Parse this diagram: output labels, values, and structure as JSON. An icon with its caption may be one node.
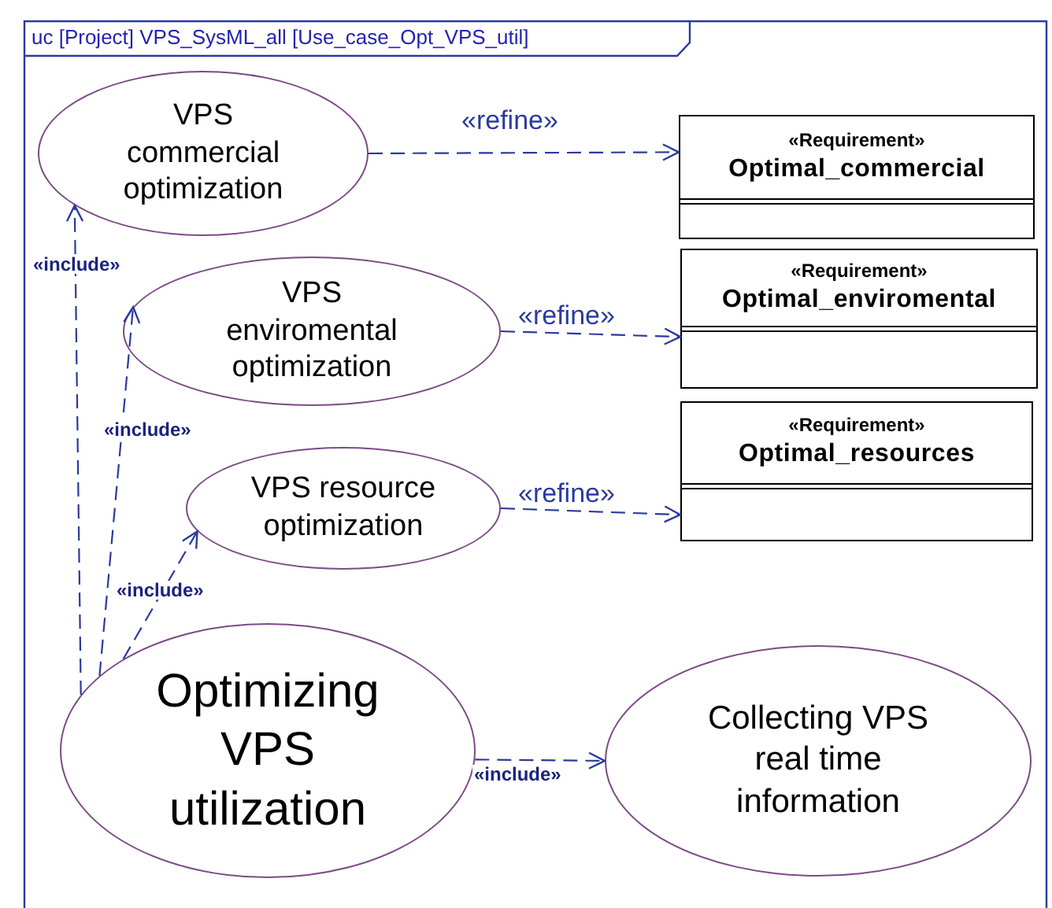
{
  "diagram": {
    "title": "uc [Project] VPS_SysML_all [Use_case_Opt_VPS_util]",
    "nodes": [
      {
        "text": [
          "VPS commercial optimization"
        ]
      },
      {
        "text": [
          "VPS enviromental optimization"
        ]
      },
      {
        "text": [
          "VPS resource optimization"
        ]
      },
      {
        "text": [
          "Optimizing VPS utilization"
        ]
      },
      {
        "text": [
          "Collecting VPS real time information"
        ]
      },
      {
        "text": [
          "«Requirement»",
          "Optimal_commercial"
        ]
      },
      {
        "text": [
          "«Requirement»",
          "Optimal_enviromental"
        ]
      },
      {
        "text": [
          "«Requirement»",
          "Optimal_resources"
        ]
      }
    ],
    "edges": [
      {
        "from": 0,
        "to": 5,
        "arrow": "to",
        "label": "«refine»",
        "style": "dashed"
      },
      {
        "from": 1,
        "to": 6,
        "arrow": "to",
        "label": "«refine»",
        "style": "dashed"
      },
      {
        "from": 2,
        "to": 7,
        "arrow": "to",
        "label": "«refine»",
        "style": "dashed"
      },
      {
        "from": 3,
        "to": 0,
        "arrow": "to",
        "label": "«include»",
        "style": "dashed"
      },
      {
        "from": 3,
        "to": 1,
        "arrow": "to",
        "label": "«include»",
        "style": "dashed"
      },
      {
        "from": 3,
        "to": 2,
        "arrow": "to",
        "label": "«include»",
        "style": "dashed"
      },
      {
        "from": 3,
        "to": 4,
        "arrow": "to",
        "label": "«include»",
        "style": "dashed"
      }
    ]
  }
}
